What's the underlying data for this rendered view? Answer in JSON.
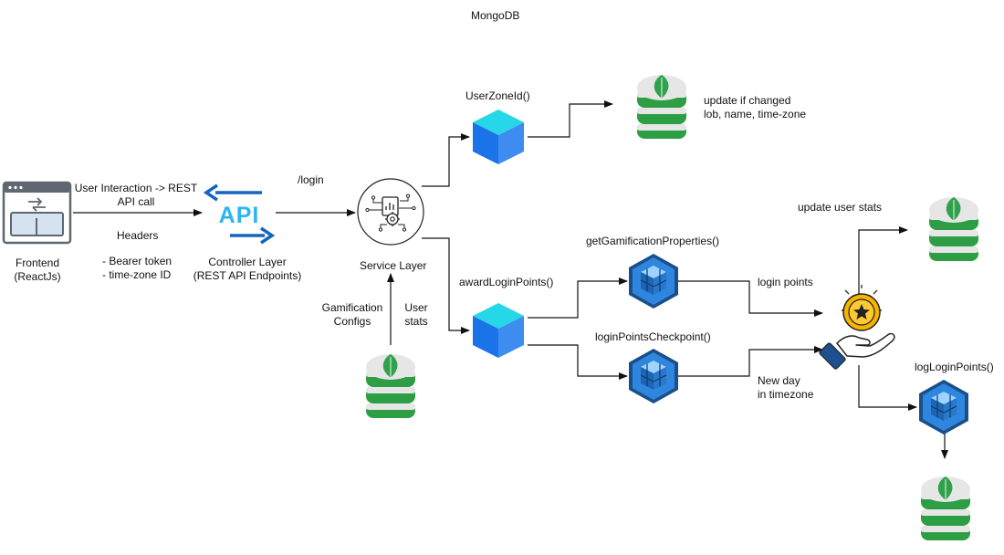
{
  "title": "MongoDB",
  "frontend": {
    "label": "Frontend\n(ReactJs)"
  },
  "edges": {
    "frontend_to_api": "User Interaction -> REST\nAPI call",
    "headers_title": "Headers",
    "headers_items": "- Bearer token\n- time-zone ID",
    "api_to_service": "/login"
  },
  "controller": {
    "label": "Controller Layer\n(REST API Endpoints)",
    "logo_text": "API"
  },
  "service": {
    "label": "Service Layer"
  },
  "service_inputs": {
    "configs": "Gamification\nConfigs",
    "stats": "User\nstats"
  },
  "user_zone": {
    "label": "UserZoneId()",
    "db_note": "update if changed\nlob, name, time-zone"
  },
  "award": {
    "label": "awardLoginPoints()"
  },
  "gamification_props": {
    "label": "getGamificationProperties()",
    "out": "login points"
  },
  "checkpoint": {
    "label": "loginPointsCheckpoint()",
    "out": "New day\nin timezone"
  },
  "reward": {
    "update_stats": "update user stats",
    "log_points": "logLoginPoints()"
  },
  "colors": {
    "edge": "#111111",
    "api_blue": "#1565c0",
    "api_cyan": "#29b6f6",
    "cube_top": "#26d7e8",
    "cube_left": "#1a73e8",
    "cube_right": "#3f8cf0",
    "hex_dark": "#1b4f8a",
    "hex_light": "#2e86de",
    "db_green": "#2e9e44",
    "db_light": "#e6e6e6",
    "leaf": "#31a24c",
    "coin": "#f5b400",
    "hand": "#1d4f91",
    "frontend_grey": "#5f6770",
    "frontend_fill": "#d5e2f0"
  },
  "icons": [
    "browser-window-icon",
    "api-icon",
    "service-gear-icon",
    "cube-icon",
    "hexagon-box-icon",
    "mongodb-icon",
    "reward-coin-hand-icon"
  ]
}
